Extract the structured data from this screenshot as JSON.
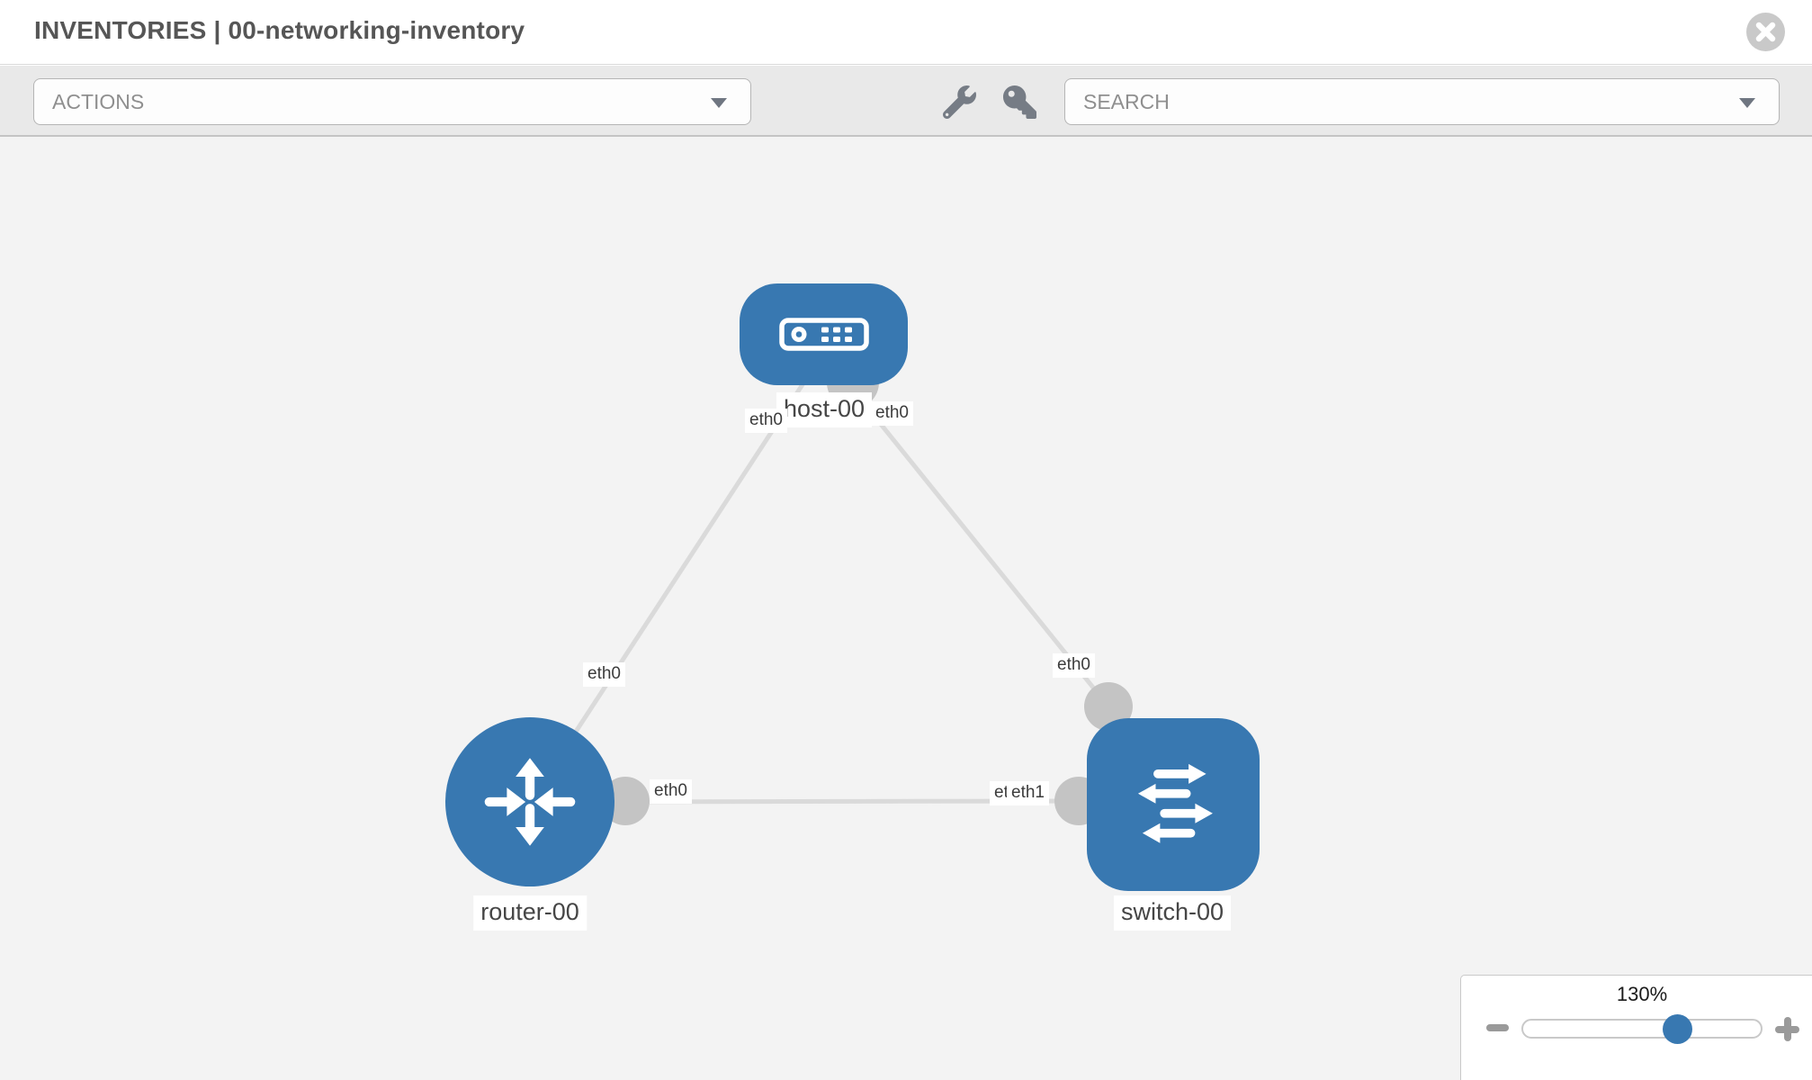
{
  "header": {
    "title": "INVENTORIES | 00-networking-inventory"
  },
  "toolbar": {
    "actions_label": "ACTIONS",
    "search_label": "SEARCH",
    "icons": [
      "wrench-icon",
      "key-icon"
    ]
  },
  "topology": {
    "nodes": [
      {
        "id": "host-00",
        "label": "host-00",
        "type": "host",
        "icon": "host-server-icon"
      },
      {
        "id": "router-00",
        "label": "router-00",
        "type": "router",
        "icon": "router-arrows-icon"
      },
      {
        "id": "switch-00",
        "label": "switch-00",
        "type": "switch",
        "icon": "switch-arrows-icon"
      }
    ],
    "links": [
      {
        "from": "host-00",
        "to": "router-00",
        "from_iface": "eth0",
        "to_iface": "eth0"
      },
      {
        "from": "host-00",
        "to": "switch-00",
        "from_iface": "eth0",
        "to_iface": "eth0"
      },
      {
        "from": "router-00",
        "to": "switch-00",
        "from_iface": "eth0",
        "to_iface": "eth1"
      }
    ],
    "iface_labels": [
      {
        "id": "host-left-eth0",
        "text": "eth0"
      },
      {
        "id": "host-right-eth0",
        "text": "eth0"
      },
      {
        "id": "router-top-eth0",
        "text": "eth0"
      },
      {
        "id": "switch-top-eth0",
        "text": "eth0"
      },
      {
        "id": "router-right-eth0",
        "text": "eth0"
      },
      {
        "id": "switch-left-hidden",
        "text": "eth0"
      },
      {
        "id": "switch-left-eth1",
        "text": "eth1"
      }
    ]
  },
  "zoom_control": {
    "level": "130%"
  },
  "colors": {
    "node_blue": "#3878b1",
    "link_gray": "#dadada",
    "port_gray": "#c4c4c4",
    "toolbar_bg": "#e9e9e9",
    "canvas_bg": "#f3f3f3"
  }
}
